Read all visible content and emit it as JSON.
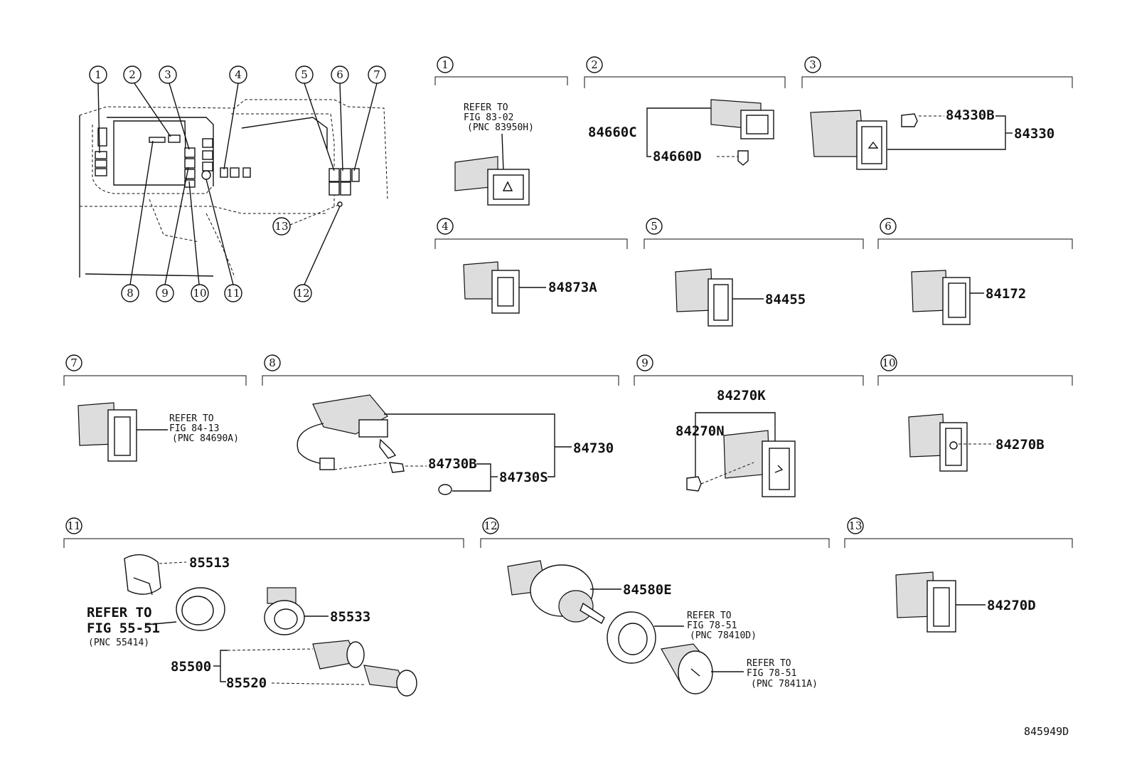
{
  "index_callouts": [
    "1",
    "2",
    "3",
    "4",
    "5",
    "6",
    "7",
    "8",
    "9",
    "10",
    "11",
    "12",
    "13"
  ],
  "figure_id": "845949D",
  "sections": [
    {
      "num": "1",
      "refer": [
        "REFER TO",
        "FIG 83-02",
        "(PNC 83950H)"
      ]
    },
    {
      "num": "2",
      "parts": [
        "84660C",
        "84660D"
      ]
    },
    {
      "num": "3",
      "parts": [
        "84330B",
        "84330"
      ]
    },
    {
      "num": "4",
      "parts": [
        "84873A"
      ]
    },
    {
      "num": "5",
      "parts": [
        "84455"
      ]
    },
    {
      "num": "6",
      "parts": [
        "84172"
      ]
    },
    {
      "num": "7",
      "refer": [
        "REFER TO",
        "FIG 84-13",
        "(PNC 84690A)"
      ]
    },
    {
      "num": "8",
      "parts": [
        "84730",
        "84730B",
        "84730S"
      ]
    },
    {
      "num": "9",
      "parts": [
        "84270K",
        "84270N"
      ]
    },
    {
      "num": "10",
      "parts": [
        "84270B"
      ]
    },
    {
      "num": "11",
      "parts": [
        "85513",
        "85533",
        "85500",
        "85520"
      ],
      "refer": [
        "REFER TO",
        "FIG 55-51",
        "(PNC 55414)"
      ]
    },
    {
      "num": "12",
      "parts": [
        "84580E"
      ],
      "refer": [
        "REFER TO",
        "FIG 78-51",
        "(PNC 78410D)"
      ],
      "refer2": [
        "REFER TO",
        "FIG 78-51",
        "(PNC 78411A)"
      ]
    },
    {
      "num": "13",
      "parts": [
        "84270D"
      ]
    }
  ]
}
